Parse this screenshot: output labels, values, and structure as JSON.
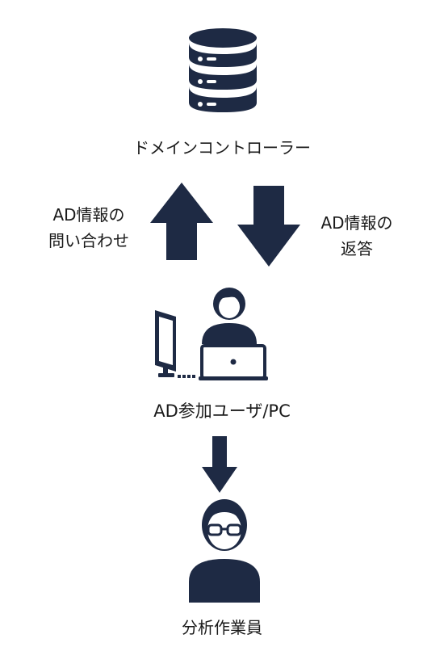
{
  "colors": {
    "icon": "#1e2a44",
    "background": "#ffffff",
    "text": "#1a1a1a"
  },
  "nodes": {
    "domain_controller": {
      "label": "ドメインコントローラー",
      "icon": "database-server-icon"
    },
    "ad_user": {
      "label": "AD参加ユーザ/PC",
      "icon": "user-with-computer-icon"
    },
    "analyst": {
      "label": "分析作業員",
      "icon": "person-with-glasses-icon"
    }
  },
  "edges": {
    "query": {
      "line1": "AD情報の",
      "line2": "問い合わせ",
      "direction": "up"
    },
    "response": {
      "line1": "AD情報の",
      "line2": "返答",
      "direction": "down"
    },
    "to_analyst": {
      "direction": "down"
    }
  }
}
